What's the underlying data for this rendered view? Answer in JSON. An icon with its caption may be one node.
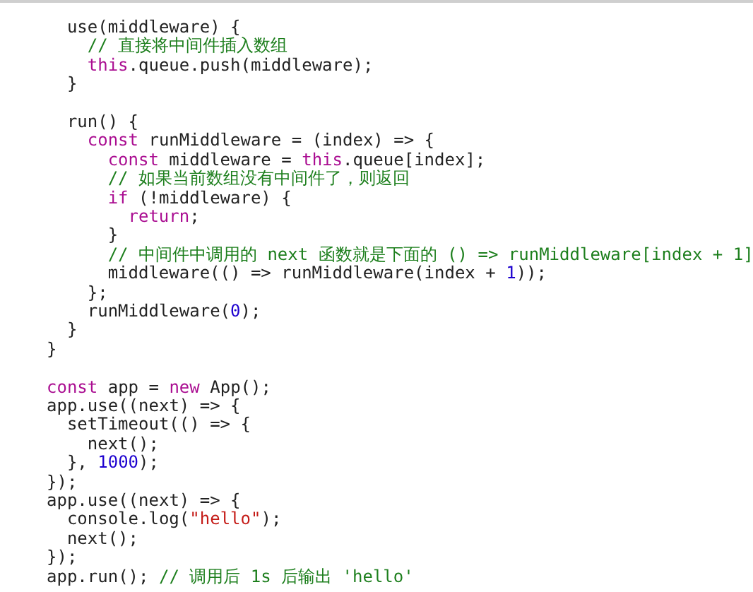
{
  "diagram": {
    "labels": [
      "use(middleware) {",
      "// 直接将中间件插入数组",
      "this.queue.push(middleware);",
      "}",
      "run() {",
      "const runMiddleware = (index) => {",
      "const middleware = this.queue[index];",
      "// 如果当前数组没有中间件了，则返回",
      "if (!middleware) {",
      "return;",
      "}",
      "// 中间件中调用的 next 函数就是下面的 () => runMiddleware[index + 1]",
      "middleware(() => runMiddleware(index + 1));",
      "};",
      "runMiddleware(0);",
      "}",
      "}",
      "const app = new App();",
      "app.use((next) => {",
      "setTimeout(() => {",
      "next();",
      "}, 1000);",
      "});",
      "app.use((next) => {",
      "console.log(\"hello\");",
      "next();",
      "});",
      "app.run(); // 调用后 1s 后输出 'hello'"
    ]
  }
}
